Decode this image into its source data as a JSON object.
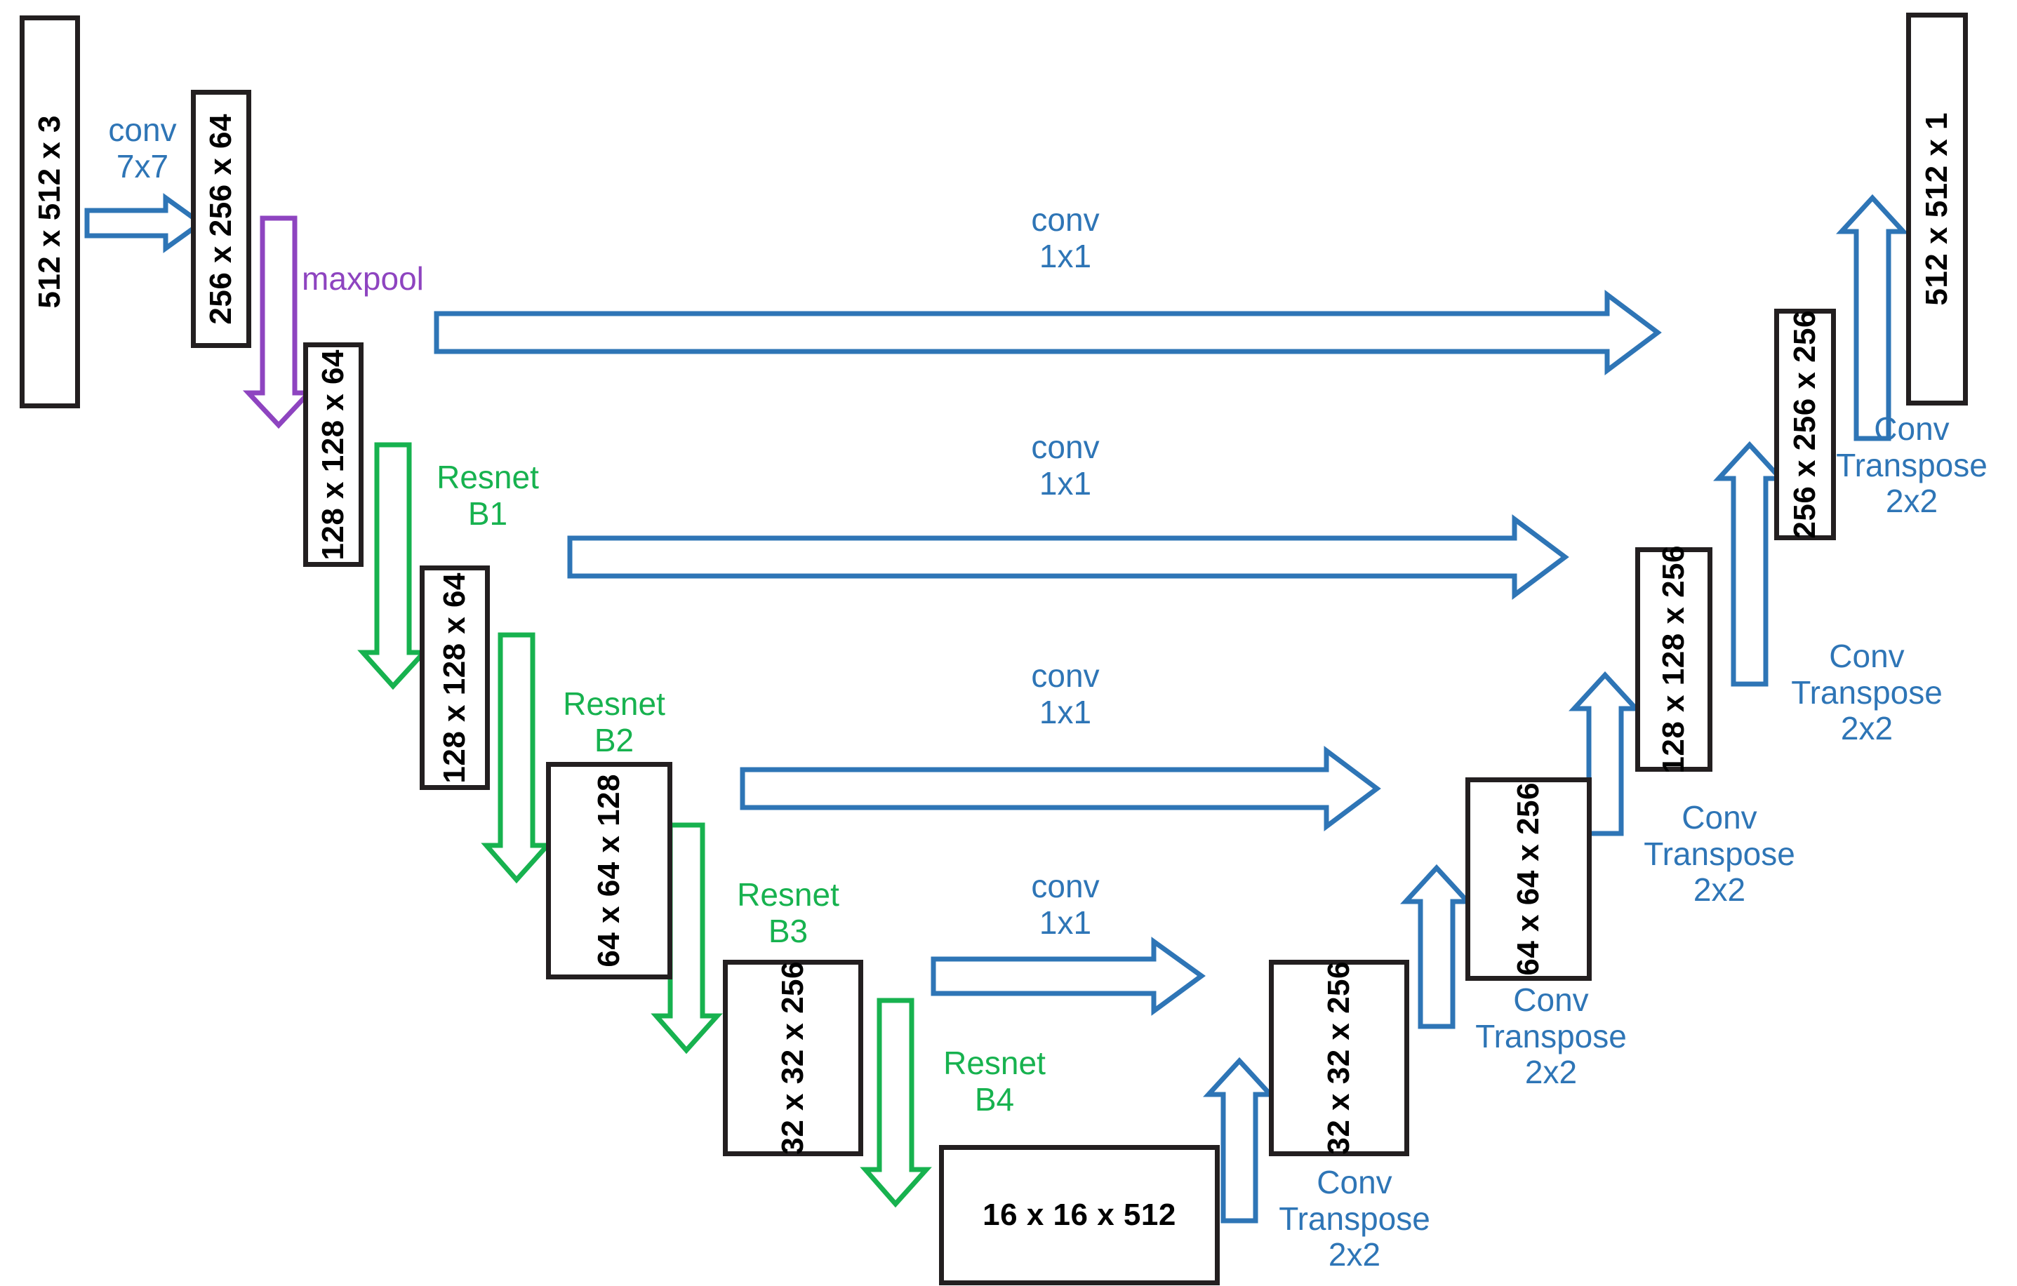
{
  "diagram": {
    "title": "Resnet-based U-Net segmentation architecture",
    "colors": {
      "blue": "#2e75b6",
      "green": "#17b24f",
      "purple": "#8e44c0",
      "box_border": "#231f20",
      "background": "#ffffff"
    }
  },
  "encoder": {
    "blocks": [
      {
        "id": "input",
        "label": "512 x 512 x 3"
      },
      {
        "id": "conv7",
        "label": "256 x 256 x 64"
      },
      {
        "id": "pool",
        "label": "128 x 128 x 64"
      },
      {
        "id": "b1out",
        "label": "128 x 128 x 64"
      },
      {
        "id": "b2out",
        "label": "64 x 64 x 128"
      },
      {
        "id": "b3out",
        "label": "32 x 32 x 256"
      },
      {
        "id": "b4out",
        "label": "16 x 16 x 512"
      }
    ]
  },
  "decoder": {
    "blocks": [
      {
        "id": "d1",
        "label": "32 x 32 x 256"
      },
      {
        "id": "d2",
        "label": "64 x 64 x 256"
      },
      {
        "id": "d3",
        "label": "128 x 128 x 256"
      },
      {
        "id": "d4",
        "label": "256 x 256 x 256"
      },
      {
        "id": "out",
        "label": "512 x 512 x 1"
      }
    ]
  },
  "operations": {
    "conv7x7": "conv\n7x7",
    "maxpool": "maxpool",
    "resnet_b1": "Resnet\nB1",
    "resnet_b2": "Resnet\nB2",
    "resnet_b3": "Resnet\nB3",
    "resnet_b4": "Resnet\nB4",
    "skip1": "conv\n1x1",
    "skip2": "conv\n1x1",
    "skip3": "conv\n1x1",
    "skip4": "conv\n1x1",
    "convt1": "Conv\nTranspose\n2x2",
    "convt2": "Conv\nTranspose\n2x2",
    "convt3": "Conv\nTranspose\n2x2",
    "convt4": "Conv\nTranspose\n2x2",
    "convt5": "Conv\nTranspose\n2x2"
  },
  "chart_data": {
    "type": "diagram",
    "title": "U-Net with ResNet encoder",
    "encoder_path": [
      {
        "stage": "input",
        "shape": "512 x 512 x 3",
        "op_in": null
      },
      {
        "stage": "stem-conv",
        "shape": "256 x 256 x 64",
        "op_in": "conv 7x7"
      },
      {
        "stage": "maxpool",
        "shape": "128 x 128 x 64",
        "op_in": "maxpool"
      },
      {
        "stage": "resnet-b1",
        "shape": "128 x 128 x 64",
        "op_in": "Resnet B1"
      },
      {
        "stage": "resnet-b2",
        "shape": "64 x 64 x 128",
        "op_in": "Resnet B2"
      },
      {
        "stage": "resnet-b3",
        "shape": "32 x 32 x 256",
        "op_in": "Resnet B3"
      },
      {
        "stage": "resnet-b4",
        "shape": "16 x 16 x 512",
        "op_in": "Resnet B4"
      }
    ],
    "decoder_path": [
      {
        "stage": "up1",
        "shape": "32 x 32 x 256",
        "op_in": "Conv Transpose 2x2"
      },
      {
        "stage": "up2",
        "shape": "64 x 64 x 256",
        "op_in": "Conv Transpose 2x2"
      },
      {
        "stage": "up3",
        "shape": "128 x 128 x 256",
        "op_in": "Conv Transpose 2x2"
      },
      {
        "stage": "up4",
        "shape": "256 x 256 x 256",
        "op_in": "Conv Transpose 2x2"
      },
      {
        "stage": "out",
        "shape": "512 x 512 x 1",
        "op_in": "Conv Transpose 2x2"
      }
    ],
    "skip_connections": [
      {
        "from": "256 x 256 x 64",
        "to": "256 x 256 x 256",
        "op": "conv 1x1"
      },
      {
        "from": "128 x 128 x 64",
        "to": "128 x 128 x 256",
        "op": "conv 1x1"
      },
      {
        "from": "64 x 64 x 128",
        "to": "64 x 64 x 256",
        "op": "conv 1x1"
      },
      {
        "from": "32 x 32 x 256",
        "to": "32 x 32 x 256",
        "op": "conv 1x1"
      }
    ]
  }
}
